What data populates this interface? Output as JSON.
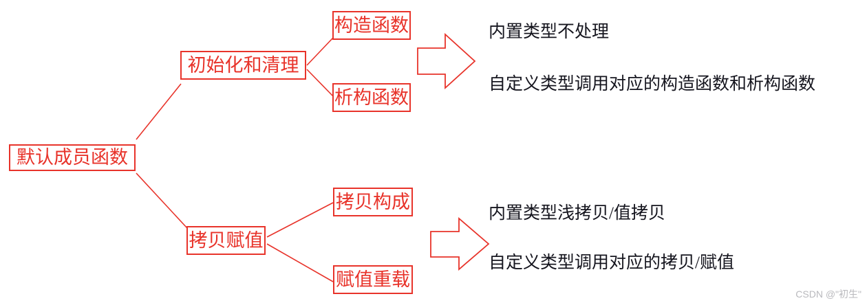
{
  "diagram": {
    "type": "mind-map",
    "accent_color": "#e8332a",
    "text_color": "#15151e",
    "background": "#ffffff",
    "root": {
      "label": "默认成员函数"
    },
    "branches": [
      {
        "label": "初始化和清理",
        "children": [
          {
            "label": "构造函数"
          },
          {
            "label": "析构函数"
          }
        ],
        "arrow": "right-block-arrow",
        "notes": [
          "内置类型不处理",
          "自定义类型调用对应的构造函数和析构函数"
        ]
      },
      {
        "label": "拷贝赋值",
        "children": [
          {
            "label": "拷贝构成"
          },
          {
            "label": "赋值重载"
          }
        ],
        "arrow": "right-block-arrow",
        "notes": [
          "内置类型浅拷贝/值拷贝",
          "自定义类型调用对应的拷贝/赋值"
        ]
      }
    ]
  },
  "watermark": {
    "text": "CSDN @\"初生\""
  }
}
